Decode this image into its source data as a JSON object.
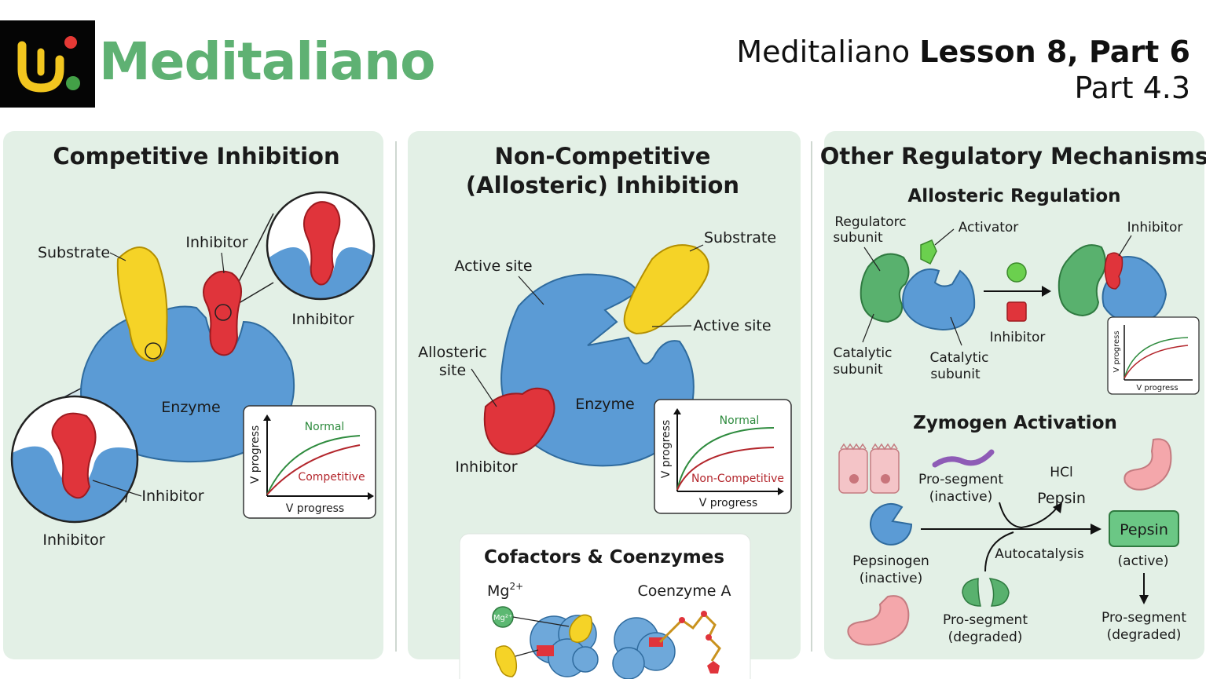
{
  "header": {
    "brand": "Meditaliano",
    "lesson_prefix": "Meditaliano ",
    "lesson_bold": "Lesson 8, Part 6",
    "part": "Part 4.3"
  },
  "colors": {
    "brand_green": "#5fb173",
    "enzyme_blue": "#5b9bd5",
    "substrate_yellow": "#f5d327",
    "inhibitor_red": "#e0343b",
    "regulatory_green": "#59b16e",
    "panel_bg": "#e3f0e6",
    "normal_curve": "#2e8b3e",
    "inhibited_curve": "#b3262c"
  },
  "competitive": {
    "title": "Competitive Inhibition",
    "substrate": "Substrate",
    "inhibitor_top": "Inhibitor",
    "inhibitor_zoom": "Inhibitor",
    "enzyme": "Enzyme",
    "inhibitor_lower": "Inhibitor",
    "inhibitor_bottom": "Inhibitor",
    "graph": {
      "normal": "Normal",
      "inhibited": "Competitive",
      "xlabel": "V progress",
      "ylabel": "V progress"
    }
  },
  "noncompetitive": {
    "title_line1": "Non-Competitive",
    "title_line2": "(Allosteric) Inhibition",
    "substrate": "Substrate",
    "active_site_top": "Active site",
    "active_site_right": "Active site",
    "allosteric_line1": "Allosteric",
    "allosteric_line2": "site",
    "enzyme": "Enzyme",
    "inhibitor": "Inhibitor",
    "graph": {
      "normal": "Normal",
      "inhibited": "Non-Competitive",
      "xlabel": "V progress",
      "ylabel": "V progress"
    }
  },
  "cofactors": {
    "title": "Cofactors & Coenzymes",
    "mg": "Mg",
    "mg_sup": "2+",
    "mg_ball": "Mg²⁺",
    "coenzyme": "Coenzyme A"
  },
  "other": {
    "title": "Other Regulatory Mechanisms",
    "allosteric": {
      "title": "Allosteric Regulation",
      "regulatory_line1": "Regulatorc",
      "regulatory_line2": "subunit",
      "activator": "Activator",
      "inhibitor_right": "Inhibitor",
      "inhibitor_mid": "Inhibitor",
      "catalytic_left_line1": "Catalytic",
      "catalytic_left_line2": "subunit",
      "catalytic_mid_line1": "Catalytic",
      "catalytic_mid_line2": "subunit",
      "graph": {
        "xlabel": "V progress",
        "ylabel": "V progress"
      }
    },
    "zymogen": {
      "title": "Zymogen Activation",
      "prosegment_line1": "Pro-segment",
      "prosegment_line2": "(inactive)",
      "hcl": "HCl",
      "pepsin_top": "Pepsin",
      "pepsinogen_line1": "Pepsinogen",
      "pepsinogen_line2": "(inactive)",
      "autocatalysis": "Autocatalysis",
      "pepsin_box": "Pepsin",
      "active": "(active)",
      "degraded_mid_line1": "Pro-segment",
      "degraded_mid_line2": "(degraded)",
      "degraded_right_line1": "Pro-segment",
      "degraded_right_line2": "(degraded)"
    }
  }
}
